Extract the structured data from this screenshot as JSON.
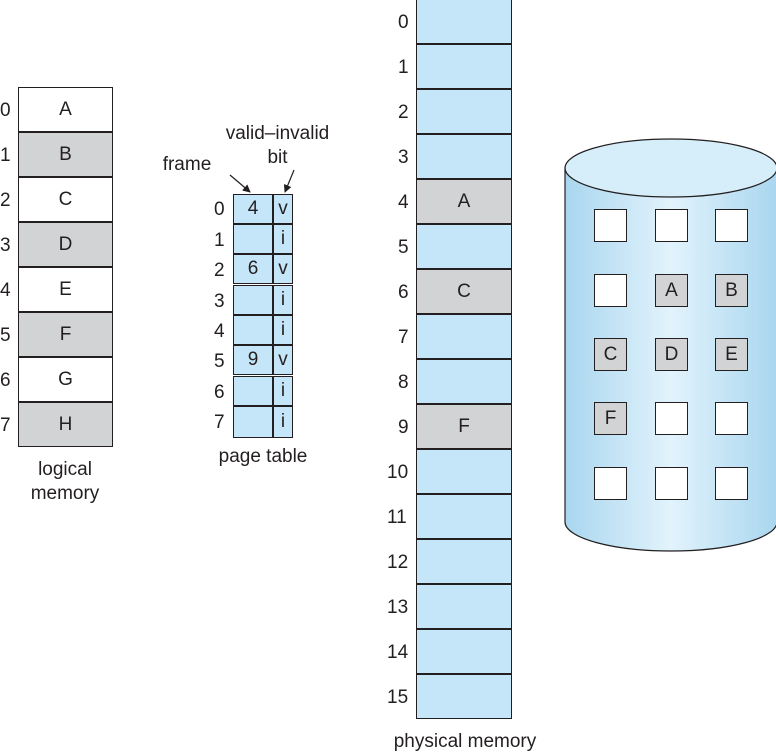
{
  "logical_memory": {
    "label_line1": "logical",
    "label_line2": "memory",
    "indices": [
      "0",
      "1",
      "2",
      "3",
      "4",
      "5",
      "6",
      "7"
    ],
    "pages": [
      "A",
      "B",
      "C",
      "D",
      "E",
      "F",
      "G",
      "H"
    ]
  },
  "page_table": {
    "label": "page table",
    "frame_label": "frame",
    "valid_label_line1": "valid–invalid",
    "valid_label_line2": "bit",
    "indices": [
      "0",
      "1",
      "2",
      "3",
      "4",
      "5",
      "6",
      "7"
    ],
    "frames": [
      "4",
      "",
      "6",
      "",
      "",
      "9",
      "",
      ""
    ],
    "bits": [
      "v",
      "i",
      "v",
      "i",
      "i",
      "v",
      "i",
      "i"
    ]
  },
  "physical_memory": {
    "label": "physical memory",
    "indices": [
      "0",
      "1",
      "2",
      "3",
      "4",
      "5",
      "6",
      "7",
      "8",
      "9",
      "10",
      "11",
      "12",
      "13",
      "14",
      "15"
    ],
    "contents": [
      "",
      "",
      "",
      "",
      "A",
      "",
      "C",
      "",
      "",
      "F",
      "",
      "",
      "",
      "",
      "",
      ""
    ]
  },
  "disk": {
    "rows": [
      [
        "",
        "",
        ""
      ],
      [
        "",
        "A",
        "B"
      ],
      [
        "C",
        "D",
        "E"
      ],
      [
        "F",
        "",
        ""
      ],
      [
        "",
        "",
        ""
      ]
    ]
  },
  "colors": {
    "blue_fill": "#c5e6f8",
    "gray_fill": "#d2d3d4",
    "stroke": "#231f20"
  }
}
